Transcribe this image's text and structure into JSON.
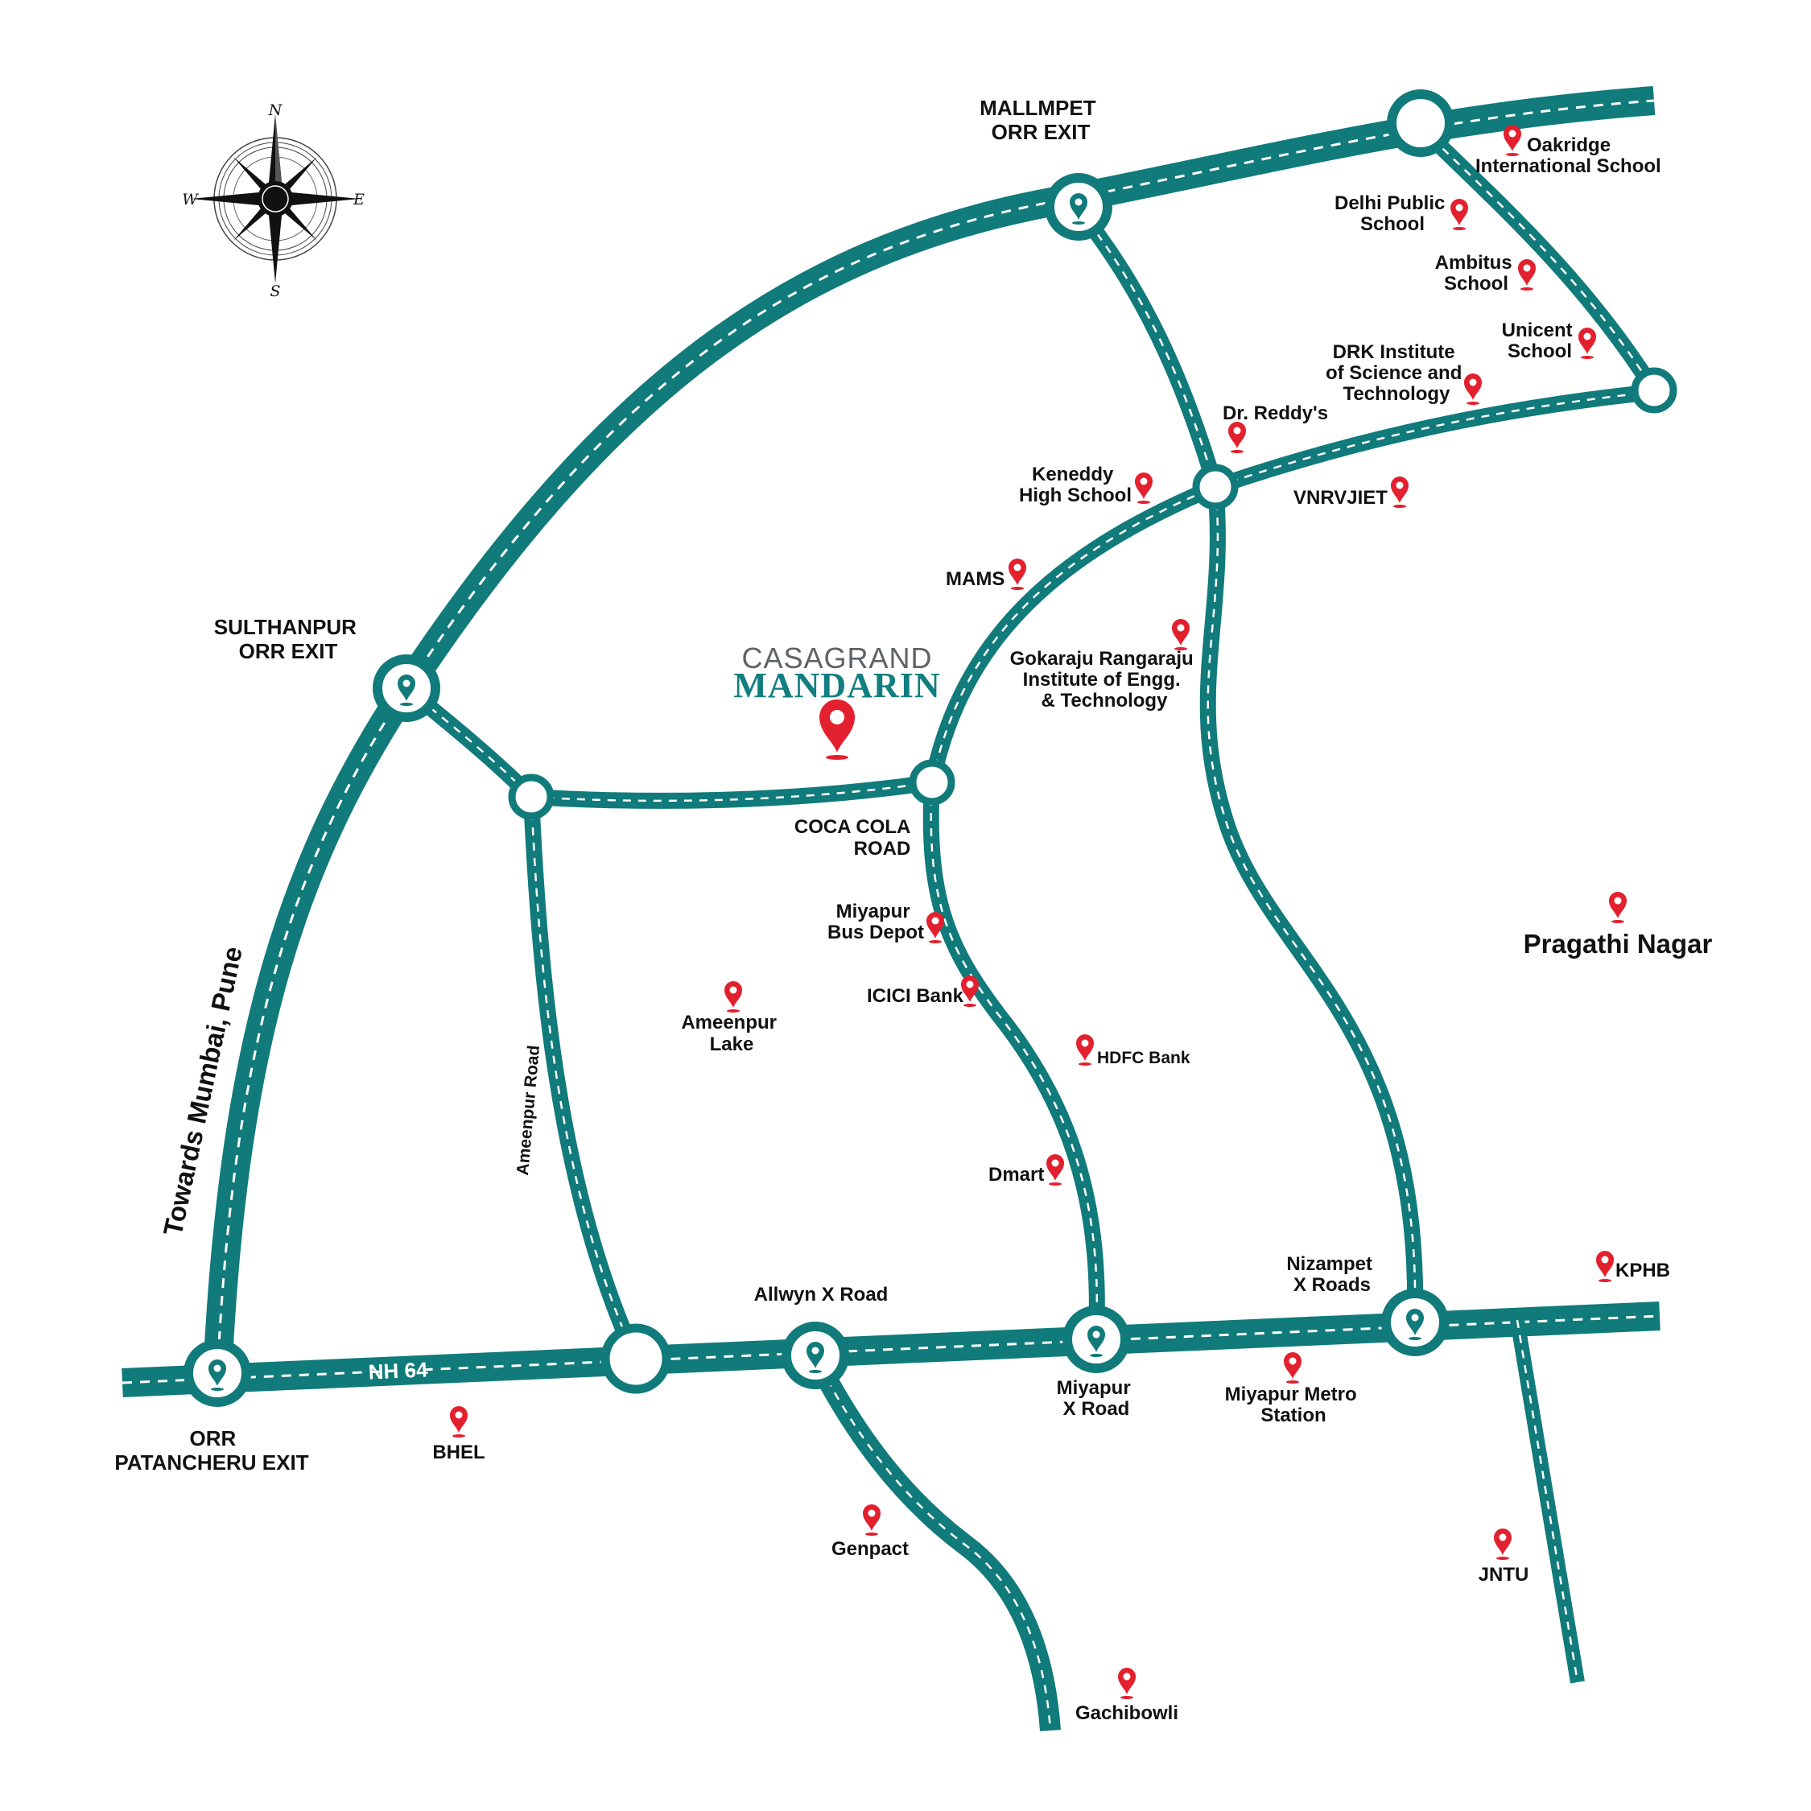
{
  "colors": {
    "road": "#117a7b",
    "dash": "#ffffff",
    "poi_marker": "#e3202e",
    "exit_marker": "#117a7b",
    "brand_grey": "#5f6365",
    "brand_teal": "#127e80"
  },
  "compass": {
    "north": "N",
    "south": "S",
    "east": "E",
    "west": "W"
  },
  "brand": {
    "line1": "CASAGRAND",
    "line2": "MANDARIN"
  },
  "exits": {
    "mallmpet": [
      "MALLMPET",
      "ORR EXIT"
    ],
    "sulthanpur": [
      "SULTHANPUR",
      "ORR EXIT"
    ],
    "patancheru": [
      "ORR",
      "PATANCHERU EXIT"
    ]
  },
  "roads": {
    "nh64": "NH 64",
    "towards": "Towards Mumbai, Pune",
    "ameenpur_road": "Ameenpur Road",
    "coca_cola": [
      "COCA COLA",
      "ROAD"
    ]
  },
  "junctions": {
    "allwyn": "Allwyn X Road",
    "miyapur": [
      "Miyapur",
      "X Road"
    ],
    "nizampet": [
      "Nizampet",
      "X Roads"
    ]
  },
  "pois": {
    "oakridge": [
      "Oakridge",
      "International School"
    ],
    "dps": [
      "Delhi Public",
      "School"
    ],
    "ambitus": [
      "Ambitus",
      "School"
    ],
    "unicent": [
      "Unicent",
      "School"
    ],
    "drk": [
      "DRK Institute",
      "of Science and",
      "Technology"
    ],
    "dr_reddys": "Dr. Reddy's",
    "keneddy": [
      "Keneddy",
      "High School"
    ],
    "vnrvjiet": "VNRVJIET",
    "mams": "MAMS",
    "gokaraju": [
      "Gokaraju Rangaraju",
      "Institute of Engg.",
      "& Technology"
    ],
    "miyapur_bus": [
      "Miyapur",
      "Bus Depot"
    ],
    "icici": "ICICI Bank",
    "ameenpur_lake": [
      "Ameenpur",
      "Lake"
    ],
    "hdfc": "HDFC Bank",
    "dmart": "Dmart",
    "pragathi": "Pragathi Nagar",
    "kphb": "KPHB",
    "bhel": "BHEL",
    "metro": [
      "Miyapur Metro",
      "Station"
    ],
    "genpact": "Genpact",
    "jntu": "JNTU",
    "gachibowli": "Gachibowli"
  }
}
